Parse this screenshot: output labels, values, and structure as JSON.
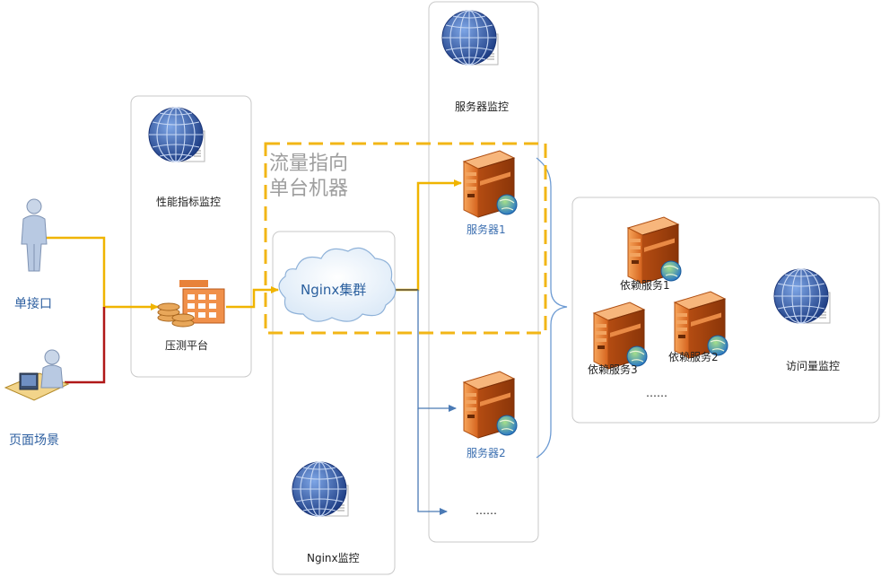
{
  "actors": {
    "single_api": "单接口",
    "page_scene": "页面场景"
  },
  "perf_panel": {
    "monitor_label": "性能指标监控",
    "stress_label": "压测平台"
  },
  "traffic_note": {
    "line1": "流量指向",
    "line2": "单台机器"
  },
  "nginx": {
    "cluster_label": "Nginx集群",
    "monitor_label": "Nginx监控"
  },
  "servers": {
    "monitor_label": "服务器监控",
    "server1": "服务器1",
    "server2": "服务器2",
    "more": "……"
  },
  "deps": {
    "dep1": "依赖服务1",
    "dep2": "依赖服务2",
    "dep3": "依赖服务3",
    "more": "……",
    "traffic_monitor": "访问量监控"
  },
  "colors": {
    "yellow_line": "#f0b400",
    "red_line": "#b01818",
    "blue_line": "#4a7ab5",
    "dashed_box": "#f2b616",
    "server_orange": "#e8823a",
    "globe_blue": "#2b57a8"
  }
}
